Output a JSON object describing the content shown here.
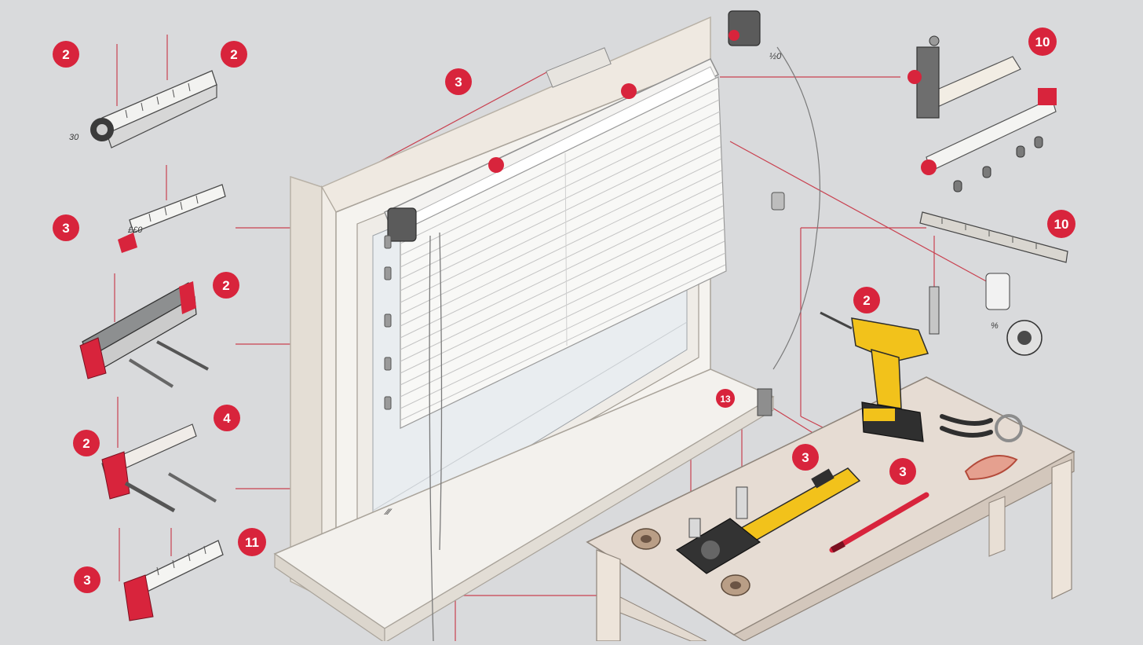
{
  "diagram": {
    "colors": {
      "background": "#d9dadc",
      "accent_red": "#d8243c",
      "leader_line": "#c9404f",
      "wall": "#ece7df",
      "window_frame": "#f4f2ee",
      "glass": "#e8ecef",
      "blind": "#f7f7f5",
      "table_top": "#e6dcd3",
      "table_leg": "#ede4da",
      "drill_yellow": "#f2c21b",
      "metal": "#b9bcbf",
      "dark": "#3a3a3a"
    },
    "callouts": [
      {
        "id": "c1",
        "text": "2"
      },
      {
        "id": "c2",
        "text": "2"
      },
      {
        "id": "c3",
        "text": "3"
      },
      {
        "id": "c4",
        "text": "3"
      },
      {
        "id": "c5",
        "text": "2"
      },
      {
        "id": "c6",
        "text": "4"
      },
      {
        "id": "c7",
        "text": "2"
      },
      {
        "id": "c8",
        "text": "11"
      },
      {
        "id": "c9",
        "text": "3"
      },
      {
        "id": "c10",
        "text": "10"
      },
      {
        "id": "c11",
        "text": "10"
      },
      {
        "id": "c12",
        "text": "2"
      },
      {
        "id": "c13",
        "text": "3"
      },
      {
        "id": "c14",
        "text": "3"
      },
      {
        "id": "c15",
        "text": "13"
      }
    ],
    "small_labels": {
      "bracket_tag": "30",
      "hanger_tag": "½0",
      "top_tag": "££0",
      "cord_tag": "%",
      "sill_tag": "⁄⁄⁄"
    },
    "icons": [
      "drill-icon",
      "level-icon",
      "screwdriver-icon",
      "pliers-icon",
      "tape-measure-icon"
    ]
  }
}
